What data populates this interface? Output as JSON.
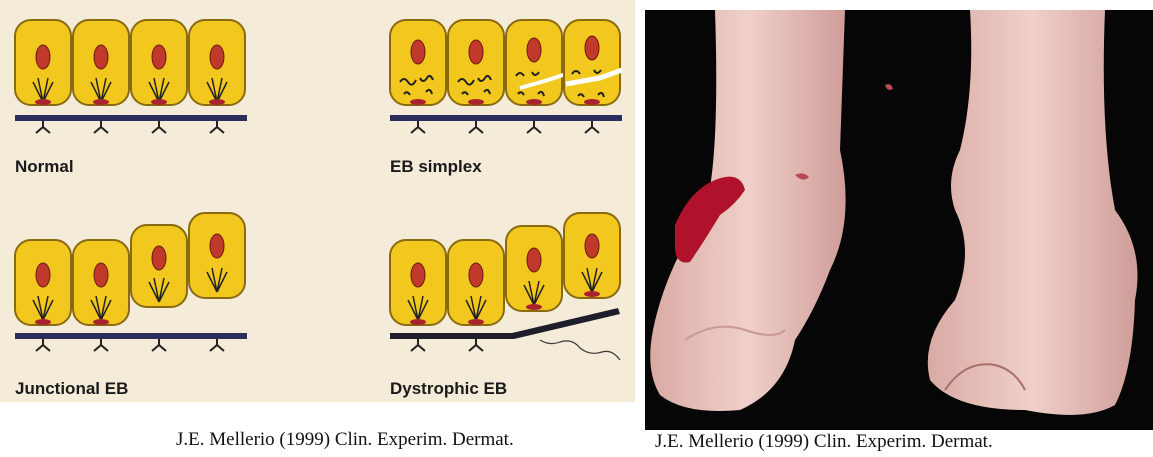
{
  "diagram": {
    "panels": [
      {
        "id": "normal",
        "label": "Normal"
      },
      {
        "id": "eb-simplex",
        "label": "EB simplex"
      },
      {
        "id": "junctional-eb",
        "label": "Junctional EB"
      },
      {
        "id": "dystrophic-eb",
        "label": "Dystrophic EB"
      }
    ],
    "colors": {
      "background": "#f4ecd9",
      "cell_fill": "#f2c81e",
      "cell_stroke": "#8a6a10",
      "nucleus": "#c0392b",
      "membrane": "#2b2d5a",
      "filament": "#222222"
    }
  },
  "captions": {
    "left": "J.E. Mellerio (1999) Clin. Experim. Dermat.",
    "right": "J.E.  Mellerio (1999) Clin. Experim. Dermat."
  },
  "photo": {
    "subject": "clinical photo of feet with epidermolysis bullosa",
    "colors": {
      "background": "#060606",
      "skin": "#e8c3bd",
      "wound": "#b0122b"
    }
  }
}
